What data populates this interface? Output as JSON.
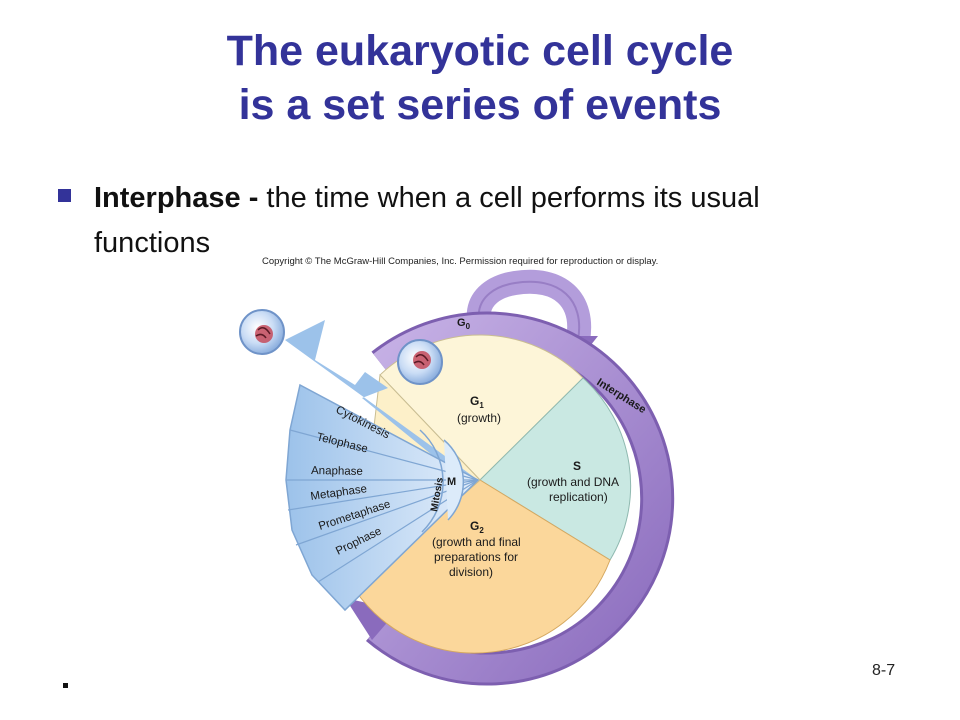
{
  "title": {
    "line1": "The eukaryotic cell cycle",
    "line2": "is a set series of events"
  },
  "bullet": {
    "term": "Interphase -",
    "text": " the time when a cell performs its usual functions"
  },
  "figure": {
    "copyright": "Copyright © The McGraw-Hill Companies, Inc. Permission required for reproduction or display.",
    "g0": "G",
    "g0_sub": "0",
    "interphase": "Interphase",
    "g1": {
      "label": "G",
      "sub": "1",
      "desc": "(growth)"
    },
    "s": {
      "label": "S",
      "desc1": "(growth and DNA",
      "desc2": "replication)"
    },
    "g2": {
      "label": "G",
      "sub": "2",
      "desc1": "(growth and final",
      "desc2": "preparations for",
      "desc3": "division)"
    },
    "m": "M",
    "mitosis": "Mitosis",
    "phases": [
      "Cytokinesis",
      "Telophase",
      "Anaphase",
      "Metaphase",
      "Prometaphase",
      "Prophase"
    ],
    "colors": {
      "g1": "#fdf5d8",
      "s": "#c9e8e2",
      "g2": "#fbd79b",
      "ring": "#a98fd0",
      "ring_dark": "#7a5aa8",
      "mitosis": "#b7d3f0",
      "mitosis_light": "#dcebfa"
    }
  },
  "slide_number": "8-7"
}
